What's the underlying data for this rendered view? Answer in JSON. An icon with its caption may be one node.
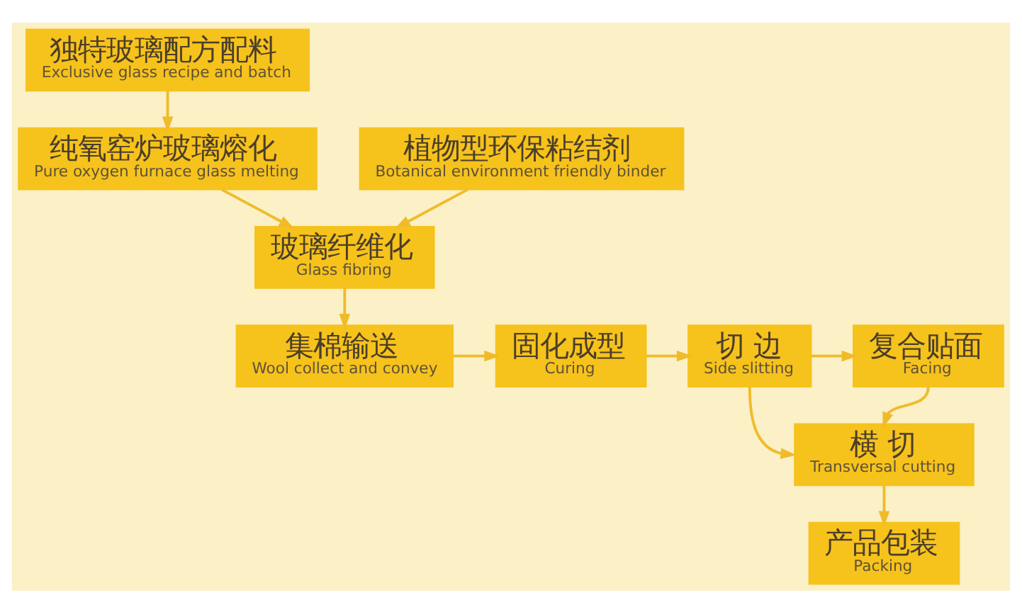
{
  "diagram": {
    "nodes": [
      {
        "text": [
          "独特玻璃配方配料",
          "Exclusive glass recipe and batch"
        ]
      },
      {
        "text": [
          "纯氧窑炉玻璃熔化",
          "Pure oxygen furnace glass melting"
        ]
      },
      {
        "text": [
          "植物型环保粘结剂",
          "Botanical environment friendly binder"
        ]
      },
      {
        "text": [
          "玻璃纤维化",
          "Glass fibring"
        ]
      },
      {
        "text": [
          "集棉输送",
          "Wool collect and convey"
        ]
      },
      {
        "text": [
          "固化成型",
          "Curing"
        ]
      },
      {
        "text": [
          "切 边",
          "Side slitting"
        ]
      },
      {
        "text": [
          "复合贴面",
          "Facing"
        ]
      },
      {
        "text": [
          "横 切",
          "Transversal cutting"
        ]
      },
      {
        "text": [
          "产品包装",
          "Packing"
        ]
      }
    ],
    "edges": [
      {
        "from": 0,
        "to": 1,
        "arrow": "to"
      },
      {
        "from": 1,
        "to": 3,
        "arrow": "to"
      },
      {
        "from": 2,
        "to": 3,
        "arrow": "to"
      },
      {
        "from": 3,
        "to": 4,
        "arrow": "to"
      },
      {
        "from": 4,
        "to": 5,
        "arrow": "to"
      },
      {
        "from": 5,
        "to": 6,
        "arrow": "to"
      },
      {
        "from": 6,
        "to": 7,
        "arrow": "to"
      },
      {
        "from": 6,
        "to": 8,
        "arrow": "to"
      },
      {
        "from": 7,
        "to": 8,
        "arrow": "to"
      },
      {
        "from": 8,
        "to": 9,
        "arrow": "to"
      }
    ]
  }
}
